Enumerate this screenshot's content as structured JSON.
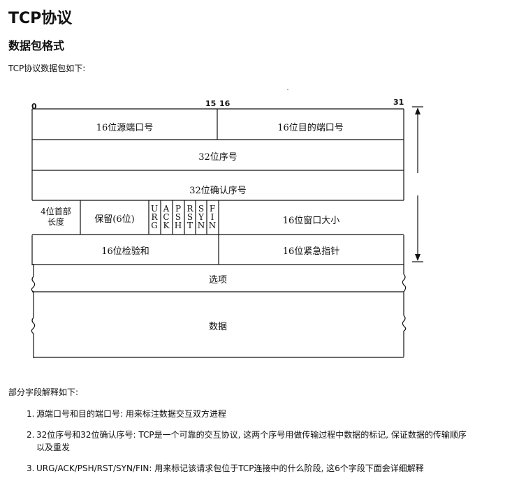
{
  "title": "TCP协议",
  "subtitle": "数据包格式",
  "intro": "TCP协议数据包如下:",
  "diagram": {
    "bit_labels": {
      "b0": "0",
      "b15": "15",
      "b16": "16",
      "b31": "31"
    },
    "row1_left": "16位源端口号",
    "row1_right": "16位目的端口号",
    "row2": "32位序号",
    "row3": "32位确认序号",
    "header_len_line1": "4位首部",
    "header_len_line2": "长度",
    "reserved": "保留(6位)",
    "flags": [
      [
        "U",
        "R",
        "G"
      ],
      [
        "A",
        "C",
        "K"
      ],
      [
        "P",
        "S",
        "H"
      ],
      [
        "R",
        "S",
        "T"
      ],
      [
        "S",
        "Y",
        "N"
      ],
      [
        "F",
        "I",
        "N"
      ]
    ],
    "window": "16位窗口大小",
    "checksum": "16位检验和",
    "urgent": "16位紧急指针",
    "options": "选项",
    "data": "数据"
  },
  "explain_heading": "部分字段解释如下:",
  "items": [
    {
      "num": "1.",
      "text": "源端口号和目的端口号: 用来标注数据交互双方进程"
    },
    {
      "num": "2.",
      "text": "32位序号和32位确认序号: TCP是一个可靠的交互协议, 这两个序号用做传输过程中数据的标记, 保证数据的传输顺序",
      "cont": "以及重发"
    },
    {
      "num": "3.",
      "text": "URG/ACK/PSH/RST/SYN/FIN: 用来标记该请求包位于TCP连接中的什么阶段, 这6个字段下面会详细解释"
    }
  ]
}
